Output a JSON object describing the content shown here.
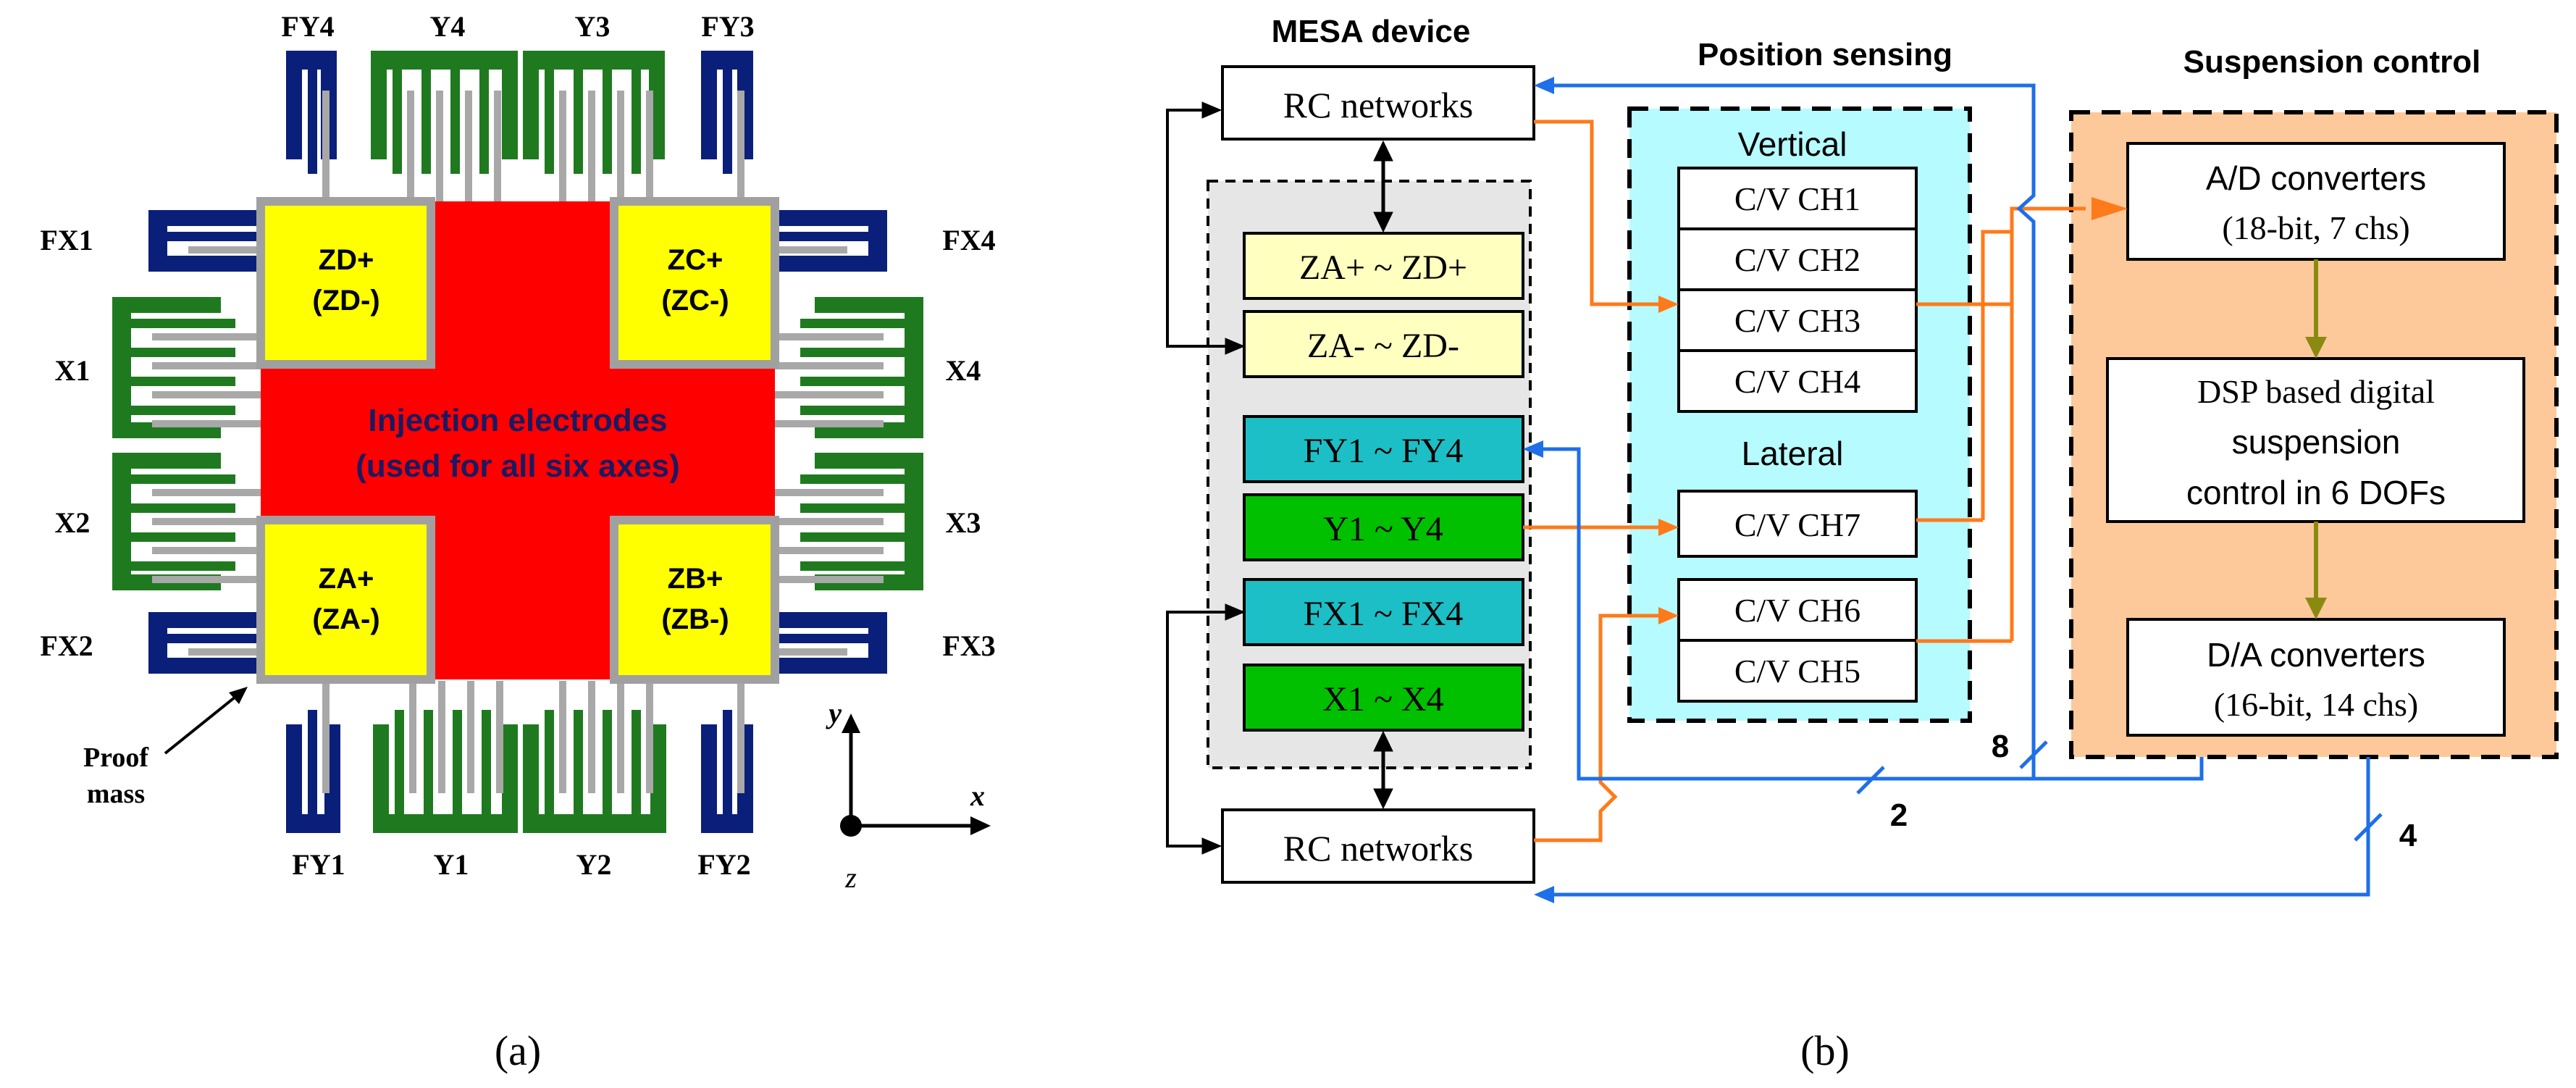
{
  "colors": {
    "red": "#ff0000",
    "yellow": "#ffff00",
    "light_yellow": "#ffffc0",
    "green": "#1a8a1a",
    "bright_green": "#00c000",
    "dark_green": "#1f7a1f",
    "navy": "#0a1f7a",
    "teal": "#1cbfc6",
    "light_cyan": "#b6fbff",
    "peach": "#fdc99a",
    "light_gray": "#e6e6e6",
    "blue_wire": "#1e6fe8",
    "orange_wire": "#ff7a1a",
    "olive_arrow": "#8a8a10",
    "comb_gray": "#a8a8a8"
  },
  "panel_a": {
    "caption": "(a)",
    "center_label_1": "Injection electrodes",
    "center_label_2": "(used for all six axes)",
    "pads": [
      {
        "id": "zd",
        "line1": "ZD+",
        "line2": "(ZD-)"
      },
      {
        "id": "zc",
        "line1": "ZC+",
        "line2": "(ZC-)"
      },
      {
        "id": "za",
        "line1": "ZA+",
        "line2": "(ZA-)"
      },
      {
        "id": "zb",
        "line1": "ZB+",
        "line2": "(ZB-)"
      }
    ],
    "labels_top": [
      "FY4",
      "Y4",
      "Y3",
      "FY3"
    ],
    "labels_bottom": [
      "FY1",
      "Y1",
      "Y2",
      "FY2"
    ],
    "labels_left": [
      "FX1",
      "X1",
      "X2",
      "FX2"
    ],
    "labels_right": [
      "FX4",
      "X4",
      "X3",
      "FX3"
    ],
    "proof_mass": [
      "Proof",
      "mass"
    ],
    "axes": {
      "x": "x",
      "y": "y",
      "z": "z"
    }
  },
  "panel_b": {
    "caption": "(b)",
    "mesa_title": "MESA device",
    "position_title": "Position sensing",
    "suspension_title": "Suspension control",
    "rc_top": "RC networks",
    "rc_bottom": "RC networks",
    "electrodes": [
      "ZA+ ~ ZD+",
      "ZA- ~ ZD-",
      "FY1 ~ FY4",
      "Y1 ~ Y4",
      "FX1 ~ FX4",
      "X1 ~ X4"
    ],
    "vertical_label": "Vertical",
    "vertical_channels": [
      "C/V  CH1",
      "C/V  CH2",
      "C/V  CH3",
      "C/V  CH4"
    ],
    "lateral_label": "Lateral",
    "lateral_channel": "C/V  CH7",
    "lower_channels": [
      "C/V  CH6",
      "C/V  CH5"
    ],
    "adc_1": "A/D converters",
    "adc_2": "(18-bit, 7 chs)",
    "dsp_1": "DSP based digital",
    "dsp_2": "suspension",
    "dsp_3": "control in 6 DOFs",
    "dac_1": "D/A converters",
    "dac_2": "(16-bit, 14 chs)",
    "bus_8": "8",
    "bus_2": "2",
    "bus_4": "4"
  }
}
